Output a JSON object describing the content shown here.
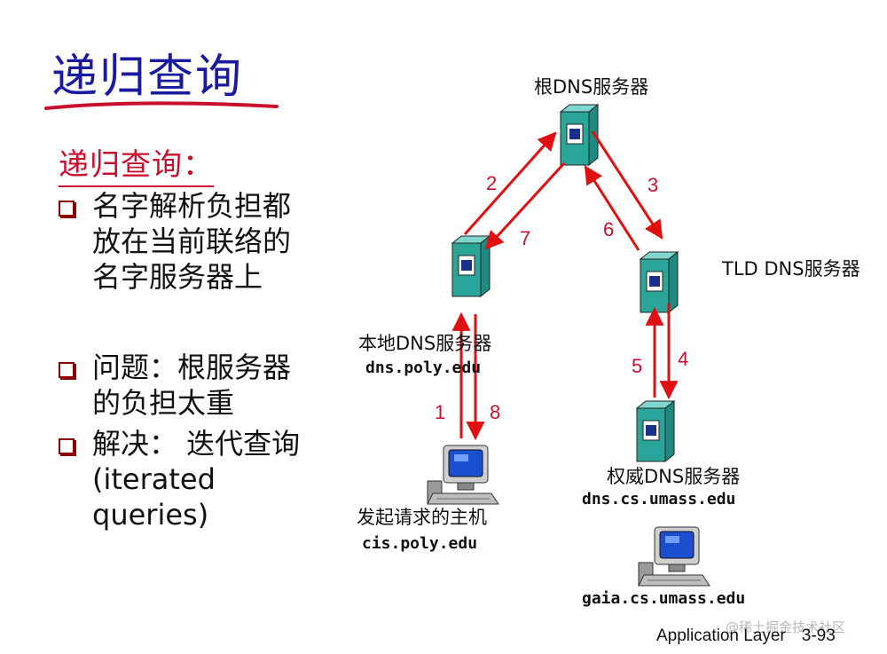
{
  "title": "递归查询",
  "subhead": "递归查询：",
  "bullets": [
    {
      "lines": [
        "名字解析负担都",
        "放在当前联络的",
        "名字服务器上"
      ]
    },
    {
      "lines": [
        "问题：根服务器",
        "的负担太重"
      ]
    },
    {
      "lines": [
        "解决： 迭代查询",
        "(iterated",
        "queries)"
      ]
    }
  ],
  "nodes": {
    "root": {
      "label": "根DNS服务器"
    },
    "tld": {
      "label": "TLD DNS服务器"
    },
    "local": {
      "label": "本地DNS服务器",
      "host": "dns.poly.edu"
    },
    "auth": {
      "label": "权威DNS服务器",
      "host": "dns.cs.umass.edu"
    },
    "requester": {
      "label": "发起请求的主机",
      "host": "cis.poly.edu"
    },
    "target": {
      "host": "gaia.cs.umass.edu"
    }
  },
  "steps": [
    "1",
    "2",
    "3",
    "4",
    "5",
    "6",
    "7",
    "8"
  ],
  "footer": {
    "section": "Application Layer",
    "page": "3-93"
  },
  "watermark": "@稀土掘金技术社区",
  "colors": {
    "title": "#1a1aa0",
    "accent": "#c8102e",
    "server": "#2aa59a"
  }
}
